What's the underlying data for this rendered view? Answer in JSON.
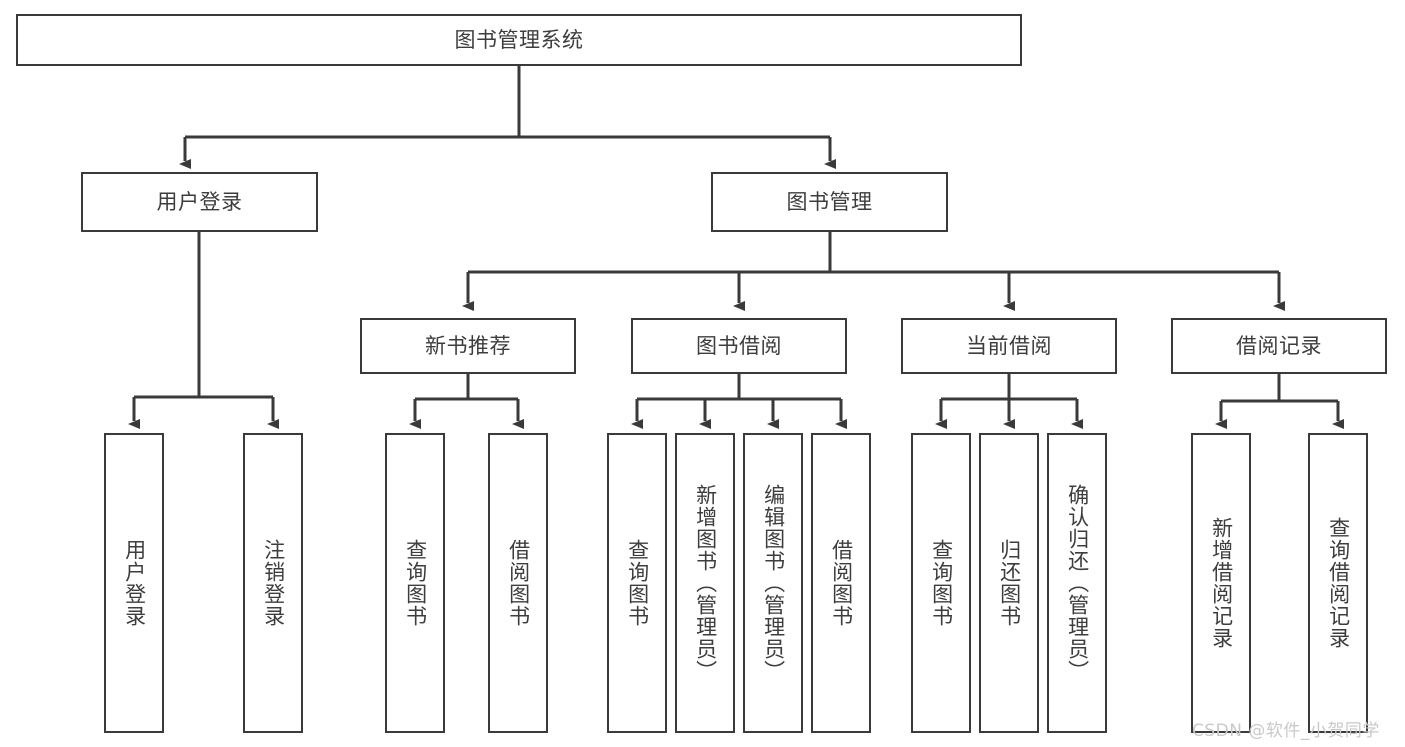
{
  "diagram": {
    "title": "图书管理系统",
    "root": {
      "id": "root",
      "label": "图书管理系统"
    },
    "level1": [
      {
        "id": "user-login",
        "label": "用户登录"
      },
      {
        "id": "book-management",
        "label": "图书管理"
      }
    ],
    "level2": [
      {
        "id": "new-book-recommend",
        "label": "新书推荐",
        "parent": "book-management"
      },
      {
        "id": "book-borrow",
        "label": "图书借阅",
        "parent": "book-management"
      },
      {
        "id": "current-borrow",
        "label": "当前借阅",
        "parent": "book-management"
      },
      {
        "id": "borrow-record",
        "label": "借阅记录",
        "parent": "book-management"
      }
    ],
    "leaves": {
      "user-login": [
        {
          "id": "leaf-user-login",
          "label": "用户登录"
        },
        {
          "id": "leaf-logout",
          "label": "注销登录"
        }
      ],
      "new-book-recommend": [
        {
          "id": "leaf-query-book-1",
          "label": "查询图书"
        },
        {
          "id": "leaf-borrow-book-1",
          "label": "借阅图书"
        }
      ],
      "book-borrow": [
        {
          "id": "leaf-query-book-2",
          "label": "查询图书"
        },
        {
          "id": "leaf-add-book",
          "label": "新增图书（管理员）"
        },
        {
          "id": "leaf-edit-book",
          "label": "编辑图书（管理员）"
        },
        {
          "id": "leaf-borrow-book-2",
          "label": "借阅图书"
        }
      ],
      "current-borrow": [
        {
          "id": "leaf-query-book-3",
          "label": "查询图书"
        },
        {
          "id": "leaf-return-book",
          "label": "归还图书"
        },
        {
          "id": "leaf-confirm-return",
          "label": "确认归还（管理员）"
        }
      ],
      "borrow-record": [
        {
          "id": "leaf-add-record",
          "label": "新增借阅记录"
        },
        {
          "id": "leaf-query-record",
          "label": "查询借阅记录"
        }
      ]
    }
  },
  "watermark": {
    "text": "CSDN @软件_小贺同学"
  },
  "colors": {
    "stroke": "#3a3a3a",
    "text": "#3d3d3d",
    "background": "#ffffff",
    "watermark": "#c9c9c9"
  }
}
